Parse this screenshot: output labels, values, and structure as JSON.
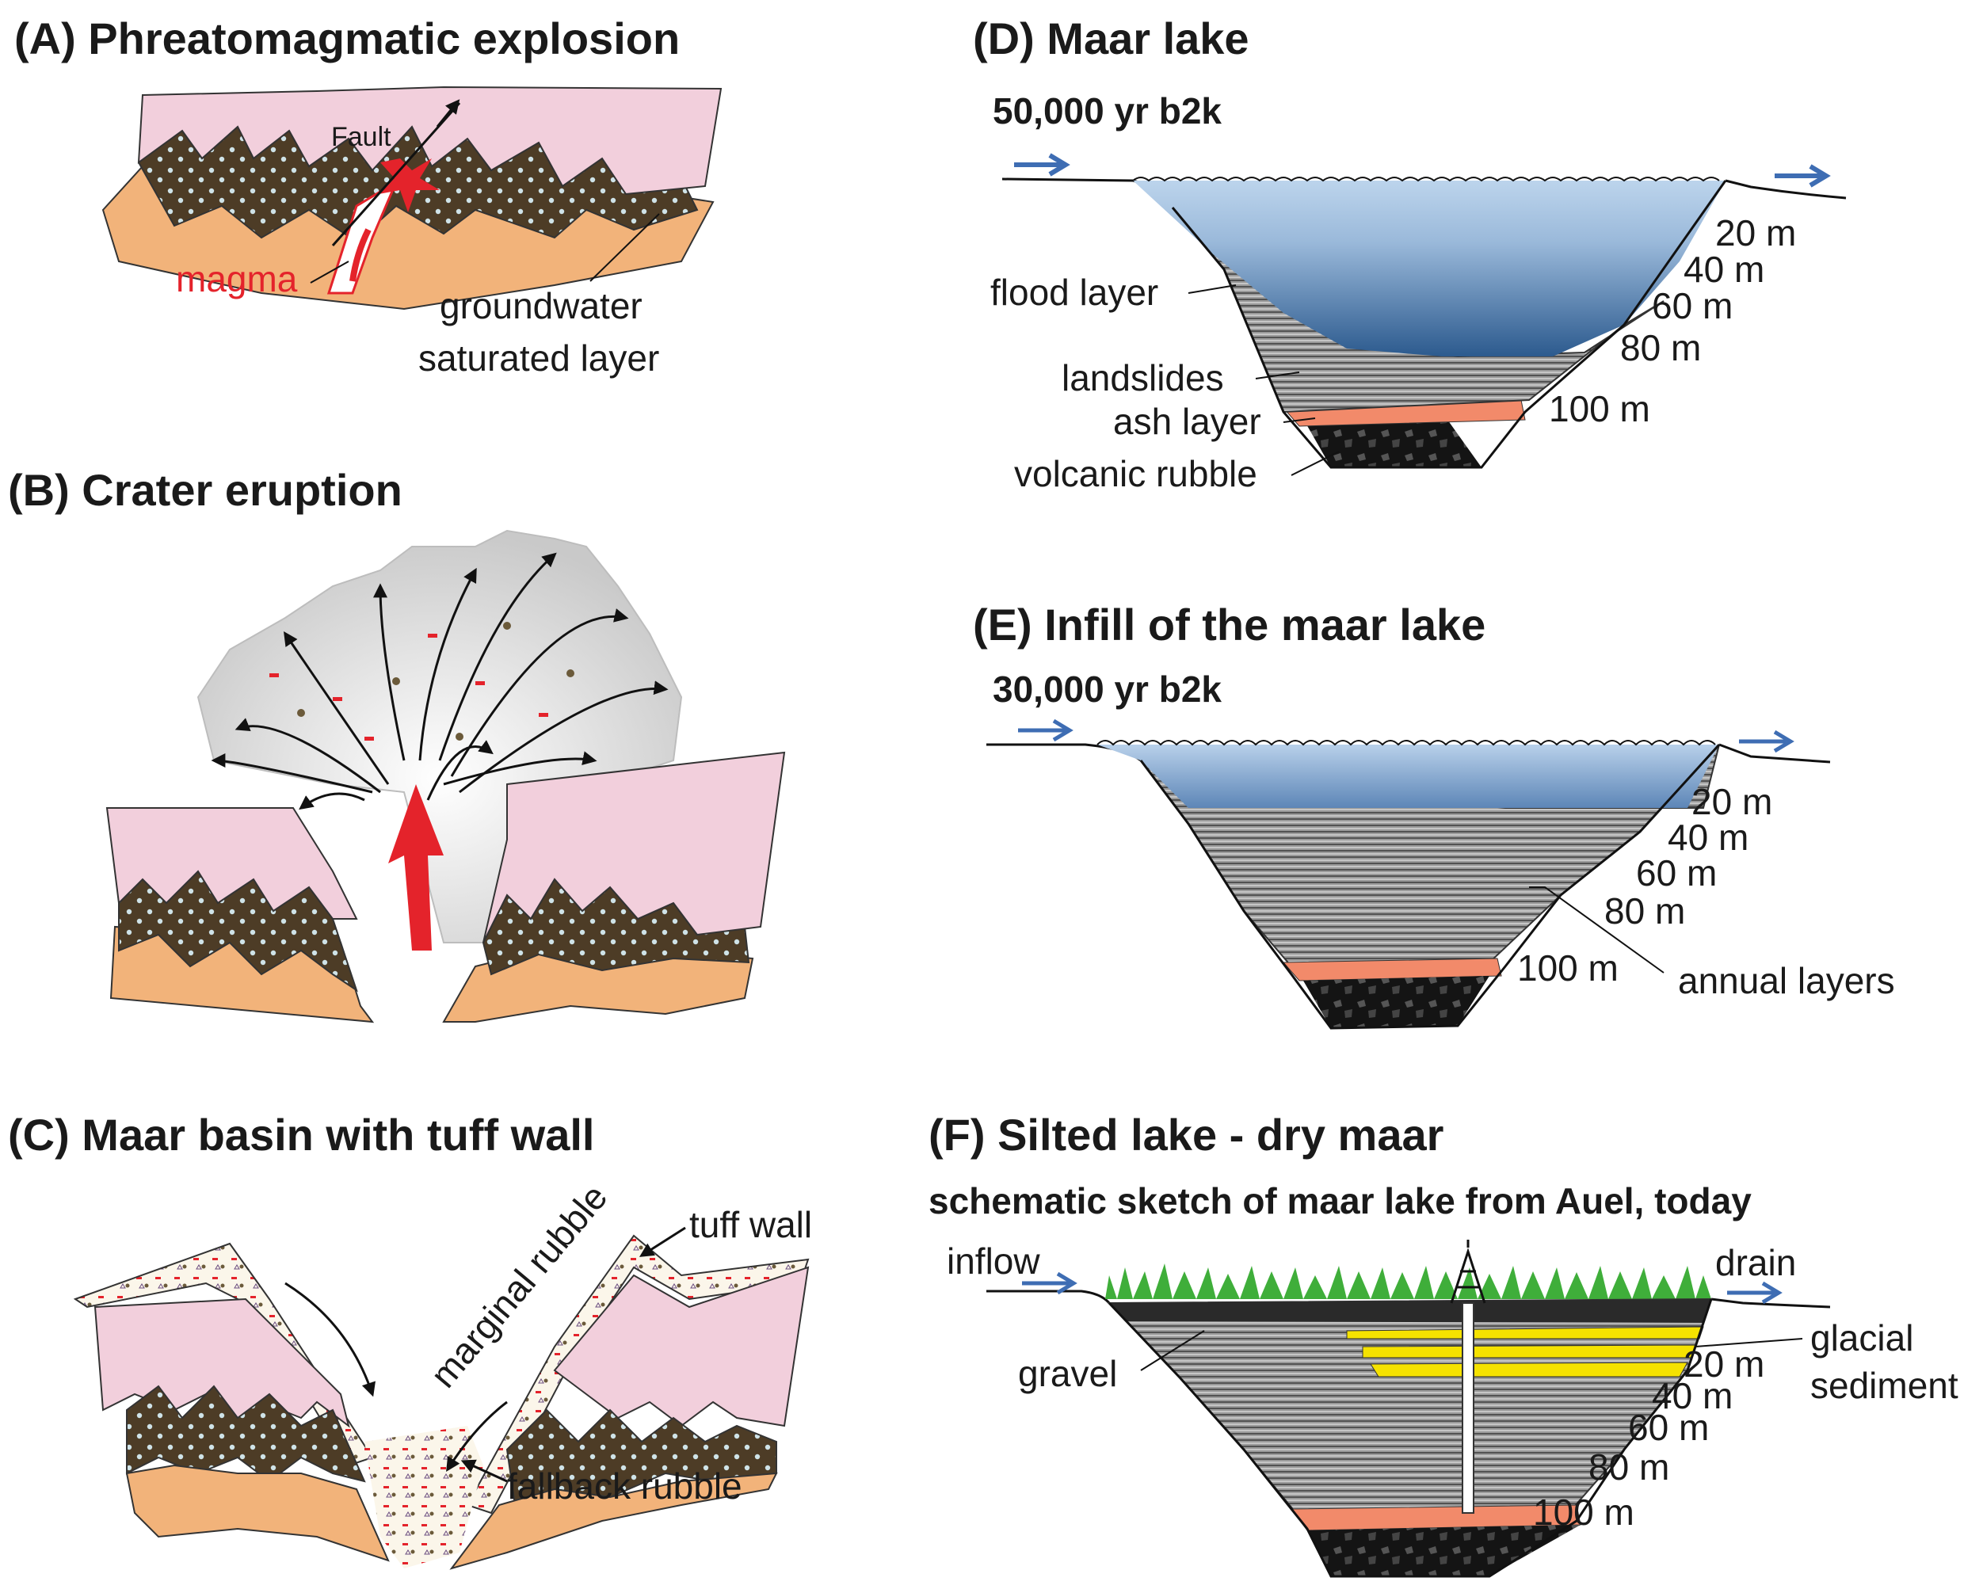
{
  "panels": {
    "a": {
      "title": "(A) Phreatomagmatic explosion",
      "labels": {
        "fault": "Fault",
        "magma": "magma",
        "groundwater_1": "groundwater",
        "groundwater_2": "saturated layer"
      }
    },
    "b": {
      "title": "(B) Crater eruption"
    },
    "c": {
      "title": "(C) Maar basin with tuff wall",
      "labels": {
        "tuff_wall": "tuff wall",
        "marginal_rubble": "marginal rubble",
        "fallback_rubble": "fallback rubble"
      }
    },
    "d": {
      "title": "(D) Maar lake",
      "age": "50,000 yr b2k",
      "labels": {
        "flood_layer": "flood layer",
        "landslides": "landslides",
        "ash_layer": "ash layer",
        "volcanic_rubble": "volcanic rubble"
      },
      "depths": [
        "20 m",
        "40 m",
        "60 m",
        "80 m",
        "100 m"
      ]
    },
    "e": {
      "title": "(E) Infill of the maar lake",
      "age": "30,000 yr b2k",
      "labels": {
        "annual_layers": "annual layers"
      },
      "depths": [
        "20 m",
        "40 m",
        "60 m",
        "80 m",
        "100 m"
      ]
    },
    "f": {
      "title": "(F) Silted lake - dry maar",
      "subtitle": "schematic sketch of maar lake from Auel, today",
      "labels": {
        "inflow": "inflow",
        "drain": "drain",
        "gravel": "gravel",
        "glacial_1": "glacial",
        "glacial_2": "sediment"
      },
      "depths": [
        "20 m",
        "40 m",
        "60 m",
        "80 m",
        "100 m"
      ]
    }
  },
  "colors": {
    "pink_layer": "#f2cfdc",
    "orange_layer": "#f2b37a",
    "groundwater": "#4d3c26",
    "magma_red": "#e4232b",
    "water_top": "#b9d2ea",
    "water_bottom": "#2f5d91",
    "sediment_grey": "#8a8a8a",
    "ash_orange": "#f28a6a",
    "rubble_black": "#141414",
    "glacial_yellow": "#f5e200",
    "grass_green": "#3fae3a",
    "arrow_blue": "#3e6db3"
  },
  "icons": [
    "arrow-icon",
    "drill-rig-icon",
    "explosion-icon"
  ]
}
